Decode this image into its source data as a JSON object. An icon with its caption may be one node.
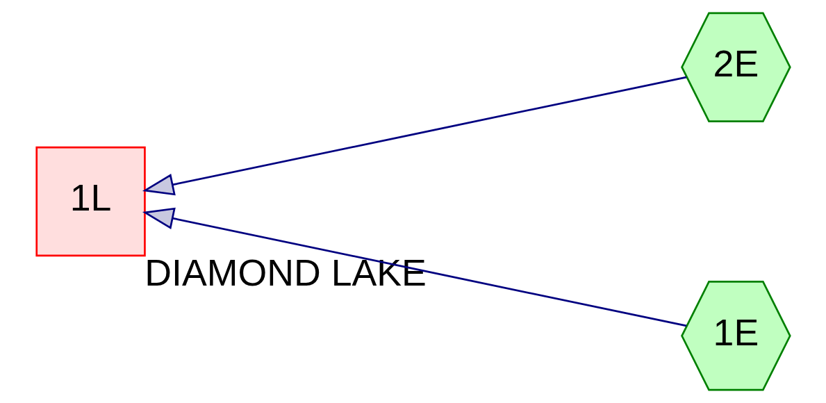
{
  "diagram": {
    "nodes": [
      {
        "text": [
          "1L"
        ],
        "beside": [
          "DIAMOND LAKE"
        ]
      },
      {
        "text": [
          "2E"
        ]
      },
      {
        "text": [
          "1E"
        ]
      }
    ],
    "edges": [
      {
        "from": 1,
        "to": 0,
        "arrow": "to"
      },
      {
        "from": 2,
        "to": 0,
        "arrow": "to"
      }
    ]
  }
}
